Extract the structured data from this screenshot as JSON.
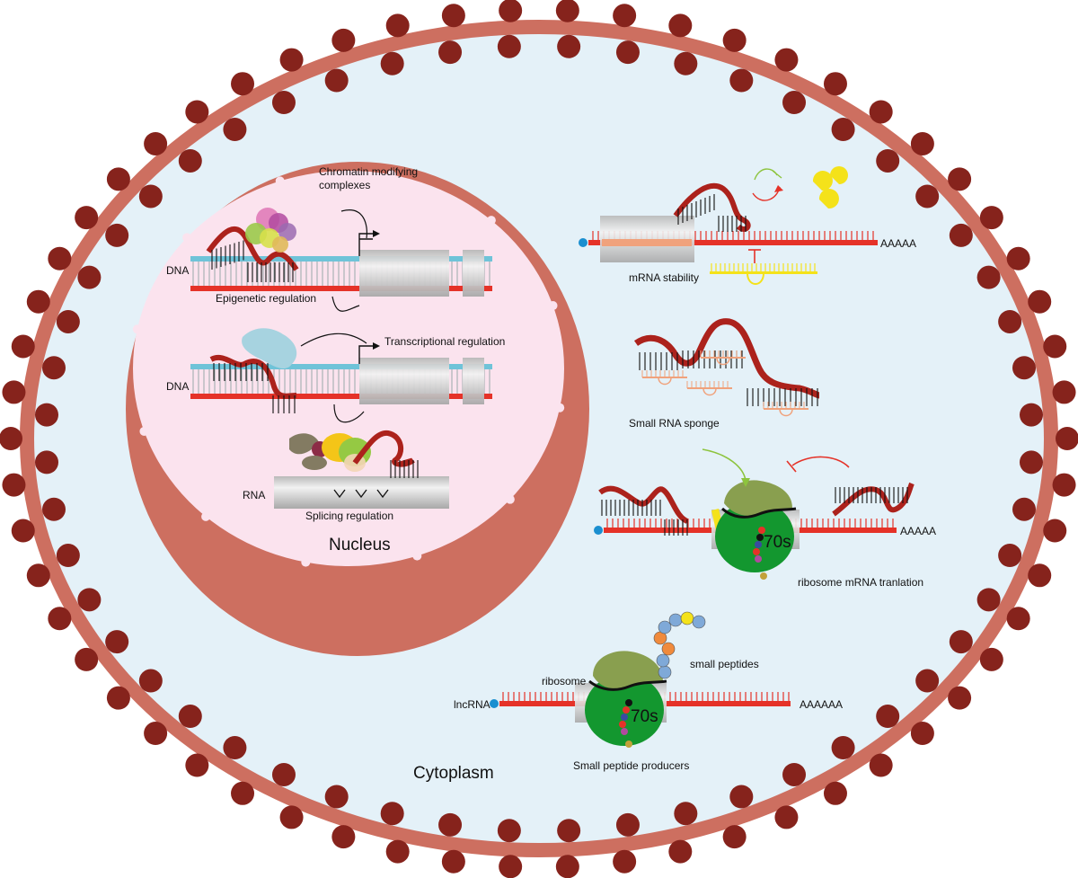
{
  "labels": {
    "chromatin": "Chromatin modifying",
    "chromatin2": "complexes",
    "dna1": "DNA",
    "epigenetic": "Epigenetic regulation",
    "transcriptional": "Transcriptional regulation",
    "dna2": "DNA",
    "rna": "RNA",
    "splicing": "Splicing regulation",
    "nucleus": "Nucleus",
    "mrna_stability": "mRNA stability",
    "polyA1": "AAAAA",
    "sponge": "Small RNA sponge",
    "polyA2": "AAAAA",
    "ribo_70s_1": "70s",
    "ribosome_translation": "ribosome mRNA tranlation",
    "small_peptides": "small peptides",
    "ribosome": "ribosome",
    "lncrna": "lncRNA",
    "polyA3": "AAAAAA",
    "ribo_70s_2": "70s",
    "peptide_producers": "Small peptide producers",
    "cytoplasm": "Cytoplasm"
  },
  "colors": {
    "membrane": "#cd6f60",
    "membrane_dots": "#86231c",
    "cytoplasm": "#e4f1f8",
    "nucleus_fill": "#fbe3ee",
    "dna_blue": "#6fc3d8",
    "dna_red": "#e53228",
    "lnc_red": "#ac221c",
    "ribosome_green": "#13972f",
    "ribosome_cap": "#899f4f"
  }
}
